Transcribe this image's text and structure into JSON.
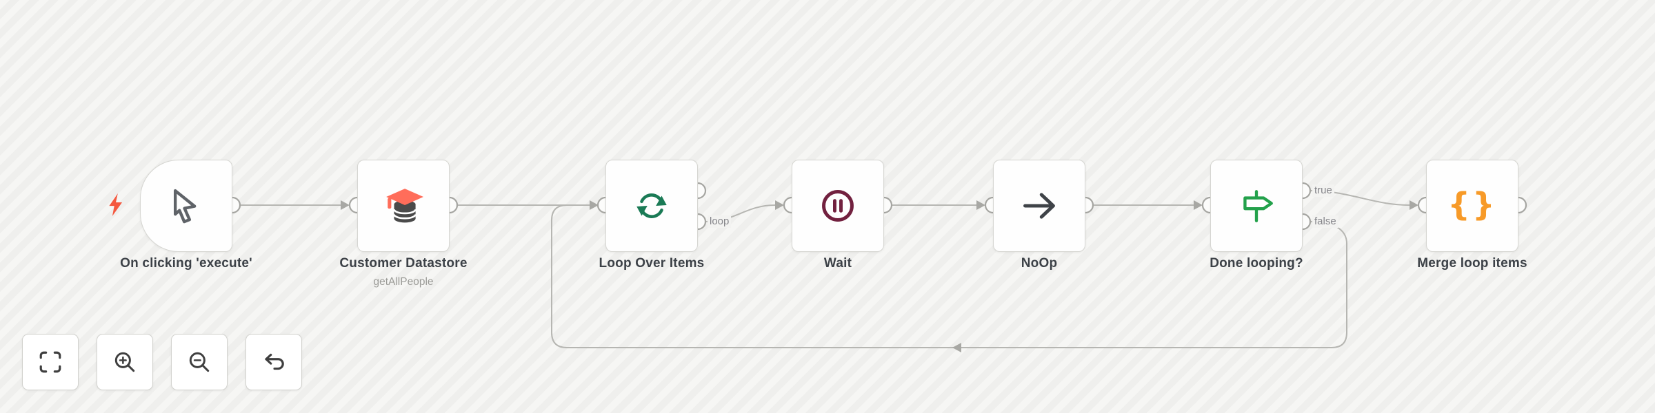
{
  "app": "workflow-canvas",
  "colors": {
    "edge": "#b6b6b2",
    "arrow": "#a8a8a4",
    "port": "#a5a5a1",
    "node_border": "#d6d6d2",
    "label": "#3c4147",
    "canvas_base": "#f3f3f1"
  },
  "workflow": {
    "trigger_accent": "#f4583f",
    "nodes": [
      {
        "label": "On clicking 'execute'",
        "icon": "cursor-icon",
        "icon_color": "#5f6368",
        "type": "manual-trigger"
      },
      {
        "label": "Customer Datastore",
        "sublabel": "getAllPeople",
        "icon": "graduation-cap-database-icon",
        "icon_color": "#ff6d5a",
        "icon_secondary_color": "#4a4a4a"
      },
      {
        "label": "Loop Over Items",
        "icon": "loop-icon",
        "icon_color": "#1a7a55",
        "outputs": [
          "",
          "loop"
        ]
      },
      {
        "label": "Wait",
        "icon": "pause-circle-icon",
        "icon_color": "#72213f"
      },
      {
        "label": "NoOp",
        "icon": "arrow-right-icon",
        "icon_color": "#3f4348"
      },
      {
        "label": "Done looping?",
        "icon": "signpost-icon",
        "icon_color": "#23a14b",
        "outputs": [
          "true",
          "false"
        ]
      },
      {
        "label": "Merge loop items",
        "icon": "curly-braces-icon",
        "icon_color": "#f79a28"
      }
    ]
  },
  "controls": [
    {
      "name": "zoom-to-fit",
      "icon": "fit-view-icon"
    },
    {
      "name": "zoom-in",
      "icon": "zoom-in-icon"
    },
    {
      "name": "zoom-out",
      "icon": "zoom-out-icon"
    },
    {
      "name": "reset-zoom",
      "icon": "undo-icon"
    }
  ]
}
